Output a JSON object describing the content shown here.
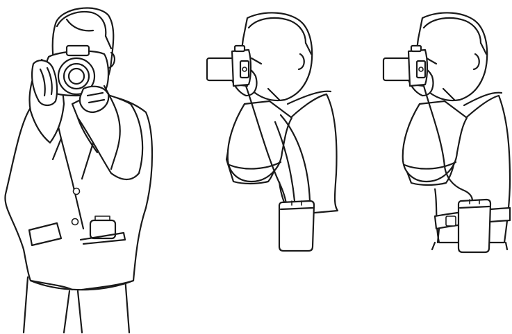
{
  "figures": [
    {
      "id": "front",
      "icon": "photographer-front-view-icon"
    },
    {
      "id": "shoulder",
      "icon": "photographer-side-shoulder-strap-icon"
    },
    {
      "id": "belt",
      "icon": "photographer-side-belt-pouch-icon"
    }
  ],
  "colors": {
    "line": "#1a1a1a",
    "background": "#ffffff"
  }
}
